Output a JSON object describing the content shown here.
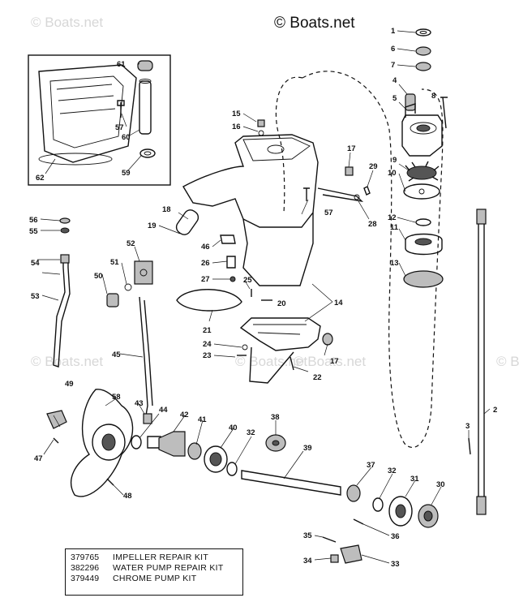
{
  "copyright": "© Boats.net",
  "watermarks": [
    "© Boats.net",
    "© Boats.net",
    "© Boats.net",
    "© Boats.net",
    "© Boats.net"
  ],
  "kits": [
    {
      "part_no": "379765",
      "description": "IMPELLER REPAIR KIT"
    },
    {
      "part_no": "382296",
      "description": "WATER PUMP REPAIR KIT"
    },
    {
      "part_no": "379449",
      "description": "CHROME PUMP KIT"
    }
  ],
  "callouts": [
    "1",
    "2",
    "3",
    "4",
    "5",
    "6",
    "7",
    "8",
    "9",
    "10",
    "11",
    "12",
    "13",
    "14",
    "15",
    "16",
    "17",
    "17",
    "18",
    "19",
    "20",
    "21",
    "22",
    "23",
    "24",
    "25",
    "26",
    "27",
    "28",
    "29",
    "30",
    "31",
    "32",
    "32",
    "33",
    "34",
    "35",
    "36",
    "37",
    "38",
    "39",
    "40",
    "41",
    "42",
    "43",
    "44",
    "45",
    "46",
    "47",
    "48",
    "49",
    "50",
    "51",
    "52",
    "53",
    "54",
    "55",
    "56",
    "57",
    "57",
    "58",
    "59",
    "60",
    "61",
    "62"
  ]
}
